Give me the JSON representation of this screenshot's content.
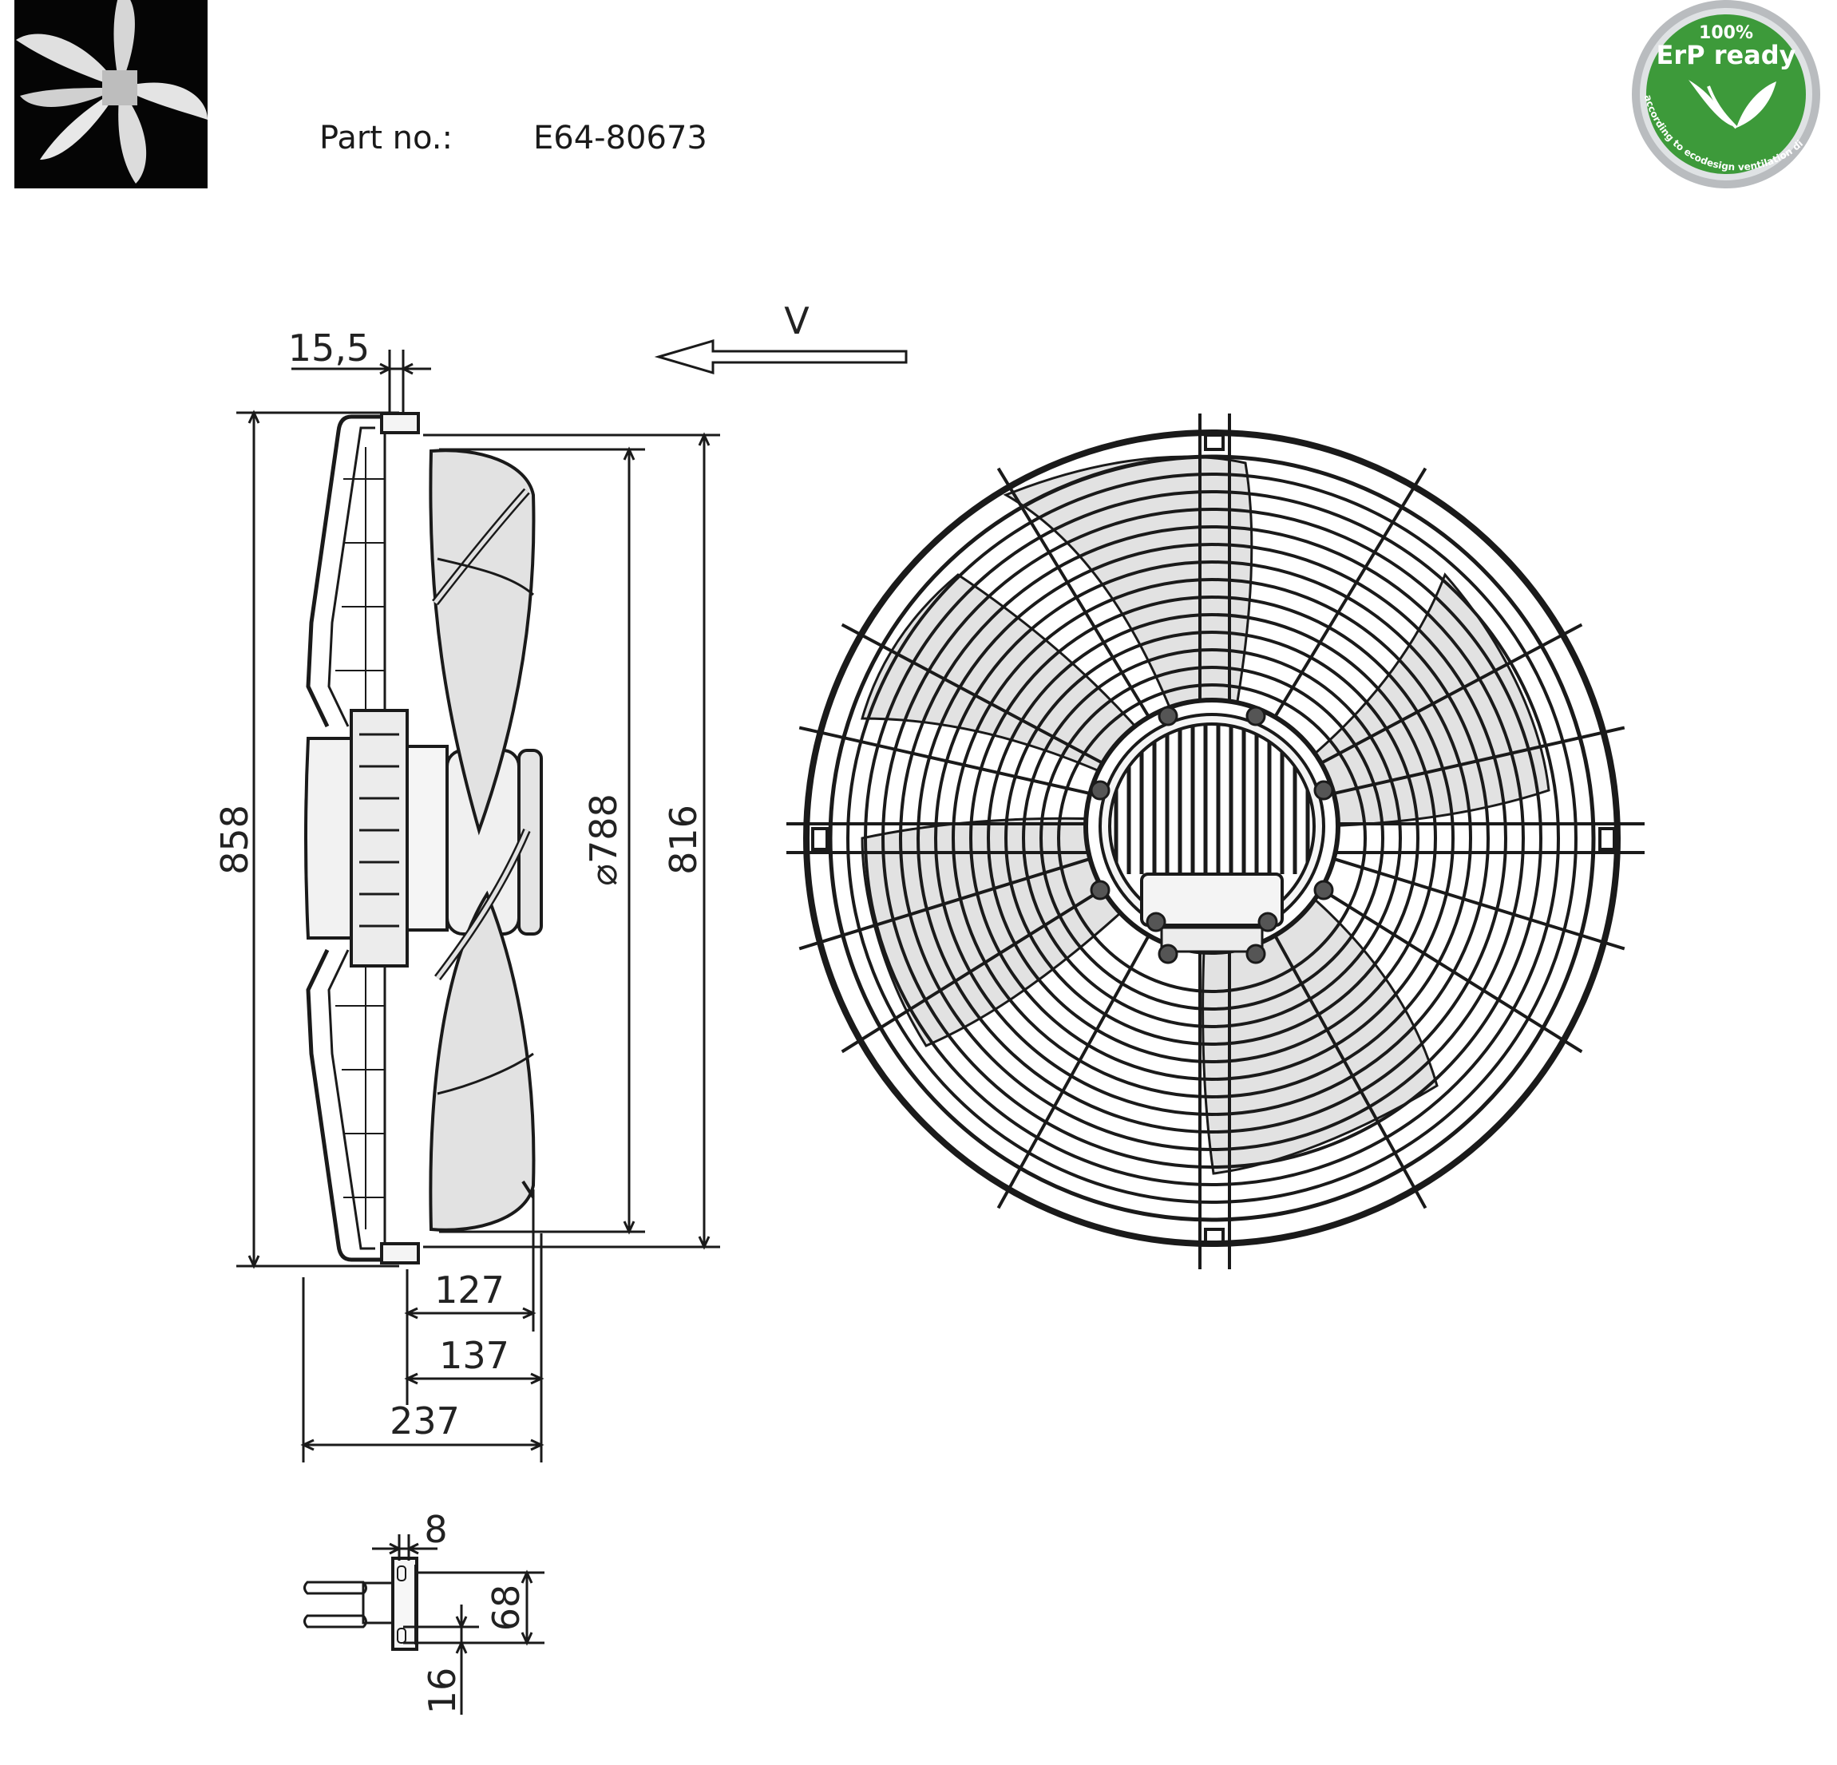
{
  "header": {
    "part_label": "Part no.:",
    "part_number": "E64-80673"
  },
  "badge": {
    "percent": "100%",
    "title": "ErP ready",
    "ring_text": "according to ecodesign ventilation directive"
  },
  "airflow": {
    "label": "V"
  },
  "dimensions": {
    "flange_thickness": "15,5",
    "overall_height": "858",
    "blade_diameter": "⌀788",
    "mount_height": "816",
    "depth_127": "127",
    "depth_137": "137",
    "depth_237": "237",
    "bracket_8": "8",
    "bracket_68": "68",
    "bracket_16": "16"
  },
  "colors": {
    "line": "#1a1a1a",
    "blade_fill": "#e2e2e2",
    "badge_green": "#3d9a3a",
    "badge_silver": "#b9bcbf"
  },
  "icons": {
    "thumbnail": "fan-thumbnail-icon",
    "badge_leaf": "leaf-icon"
  }
}
